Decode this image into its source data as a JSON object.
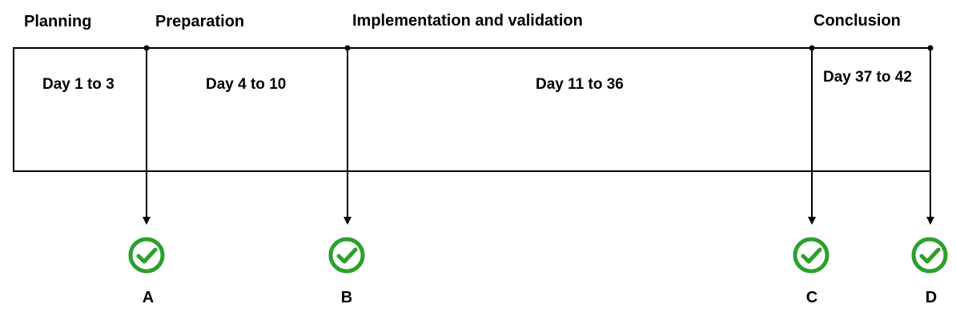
{
  "phases": [
    {
      "name": "Planning",
      "days": "Day 1 to 3"
    },
    {
      "name": "Preparation",
      "days": "Day 4 to 10"
    },
    {
      "name": "Implementation and validation",
      "days": "Day 11 to 36"
    },
    {
      "name": "Conclusion",
      "days": "Day 37 to 42"
    }
  ],
  "milestones": [
    {
      "label": "A",
      "icon": "check-circle-icon"
    },
    {
      "label": "B",
      "icon": "check-circle-icon"
    },
    {
      "label": "C",
      "icon": "check-circle-icon"
    },
    {
      "label": "D",
      "icon": "check-circle-icon"
    }
  ],
  "colors": {
    "line": "#000000",
    "check": "#2ca02c"
  }
}
